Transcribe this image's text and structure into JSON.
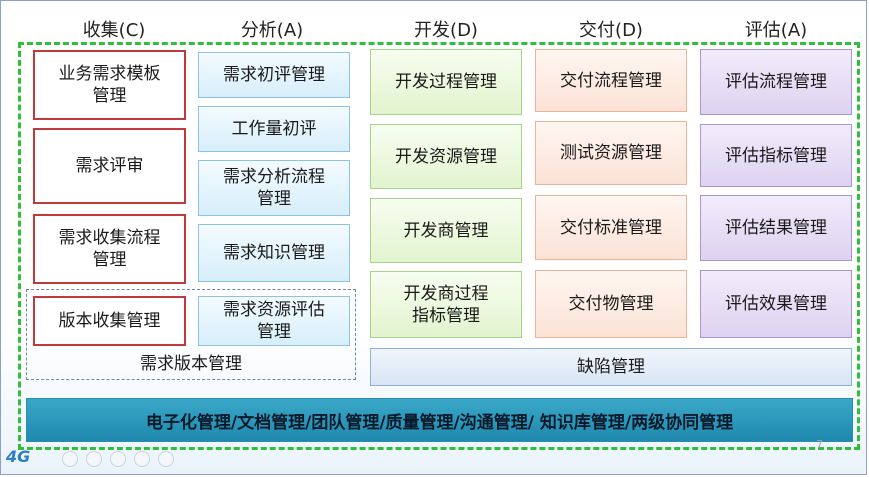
{
  "headers": [
    "收集(C)",
    "分析(A)",
    "开发(D)",
    "交付(D)",
    "评估(A)"
  ],
  "collect": [
    "业务需求模板\n管理",
    "需求评审",
    "需求收集流程\n管理",
    "版本收集管理"
  ],
  "analyze": [
    "需求初评管理",
    "工作量初评",
    "需求分析流程\n管理",
    "需求知识管理",
    "需求资源评估\n管理"
  ],
  "version_group_label": "需求版本管理",
  "develop": [
    "开发过程管理",
    "开发资源管理",
    "开发商管理",
    "开发商过程\n指标管理"
  ],
  "deliver": [
    "交付流程管理",
    "测试资源管理",
    "交付标准管理",
    "交付物管理"
  ],
  "evaluate": [
    "评估流程管理",
    "评估指标管理",
    "评估结果管理",
    "评估效果管理"
  ],
  "defect": "缺陷管理",
  "bottom_bar": "电子化管理/文档管理/团队管理/质量管理/沟通管理/ 知识库管理/两级协同管理",
  "page_number": "7",
  "logo_text": "4G"
}
